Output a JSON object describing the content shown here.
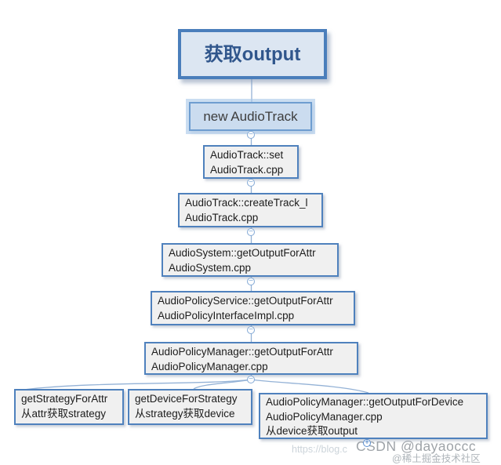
{
  "colors": {
    "canvas-bg": "#ffffff",
    "accent-border": "#4f81bd",
    "root-border": "#4a7ebb",
    "root-fill": "#dce6f2",
    "root-text": "#30568c",
    "selected-fill": "#cbdcef",
    "selected-border": "#6e9dd0",
    "node-fill": "#f0f0f0",
    "node-text": "#1c1c1c",
    "line": "#94b2d6",
    "wm-url": "#ccd4da",
    "wm-csdn": "#8e9499",
    "wm-comm": "#a6adb3"
  },
  "diagram": {
    "root": {
      "label": "获取output"
    },
    "selected": {
      "label": "new AudioTrack"
    },
    "chain": [
      {
        "fn": "AudioTrack::set",
        "file": "AudioTrack.cpp"
      },
      {
        "fn": "AudioTrack::createTrack_l",
        "file": "AudioTrack.cpp"
      },
      {
        "fn": "AudioSystem::getOutputForAttr",
        "file": "AudioSystem.cpp"
      },
      {
        "fn": "AudioPolicyService::getOutputForAttr",
        "file": "AudioPolicyInterfaceImpl.cpp"
      },
      {
        "fn": "AudioPolicyManager::getOutputForAttr",
        "file": "AudioPolicyManager.cpp"
      }
    ],
    "leaves": [
      {
        "fn": "getStrategyForAttr",
        "desc": "从attr获取strategy"
      },
      {
        "fn": "getDeviceForStrategy",
        "desc": "从strategy获取device"
      },
      {
        "fn": "AudioPolicyManager::getOutputForDevice",
        "file": "AudioPolicyManager.cpp",
        "desc": "从device获取output"
      }
    ],
    "glyph_collapse": "−",
    "glyph_expand": "+"
  },
  "watermarks": {
    "url_fragment": "https://blog.c",
    "csdn": "CSDN @dayaoccc",
    "community": "@稀土掘金技术社区"
  }
}
